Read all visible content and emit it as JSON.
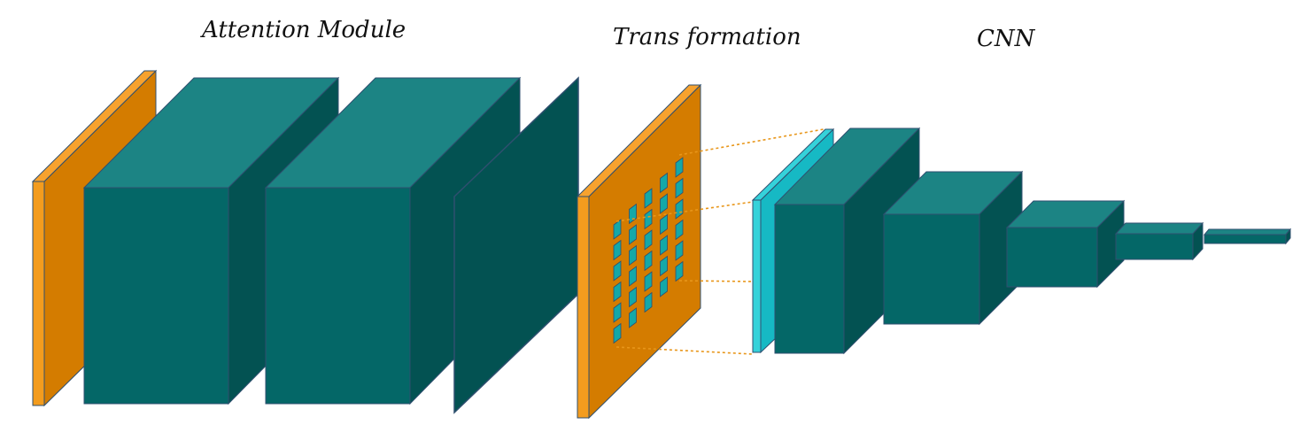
{
  "labels": {
    "attention": "Attention Module",
    "transformation": "Trans formation",
    "cnn": "CNN"
  },
  "colors": {
    "orange_front": "#D47C00",
    "orange_top": "#F7A22E",
    "orange_side": "#F39C1E",
    "teal_front": "#046767",
    "teal_top": "#1C8484",
    "teal_side": "#035252",
    "cyan_front": "#16B9C4",
    "cyan_side": "#35D2DA",
    "edge": "#2F4F6F",
    "dash": "#E8961A",
    "patch_front": "#14A8A8",
    "patch_side": "#0B6F70"
  },
  "blocks": {
    "attention": [
      "orange-input-slab",
      "teal-block-1",
      "teal-block-2",
      "teal-thin-slab"
    ],
    "transformation": [
      "orange-patch-grid"
    ],
    "cnn": [
      "cyan-input-slab",
      "cnn-block-1",
      "cnn-block-2",
      "cnn-block-3",
      "cnn-block-4",
      "cnn-output-bar"
    ]
  }
}
